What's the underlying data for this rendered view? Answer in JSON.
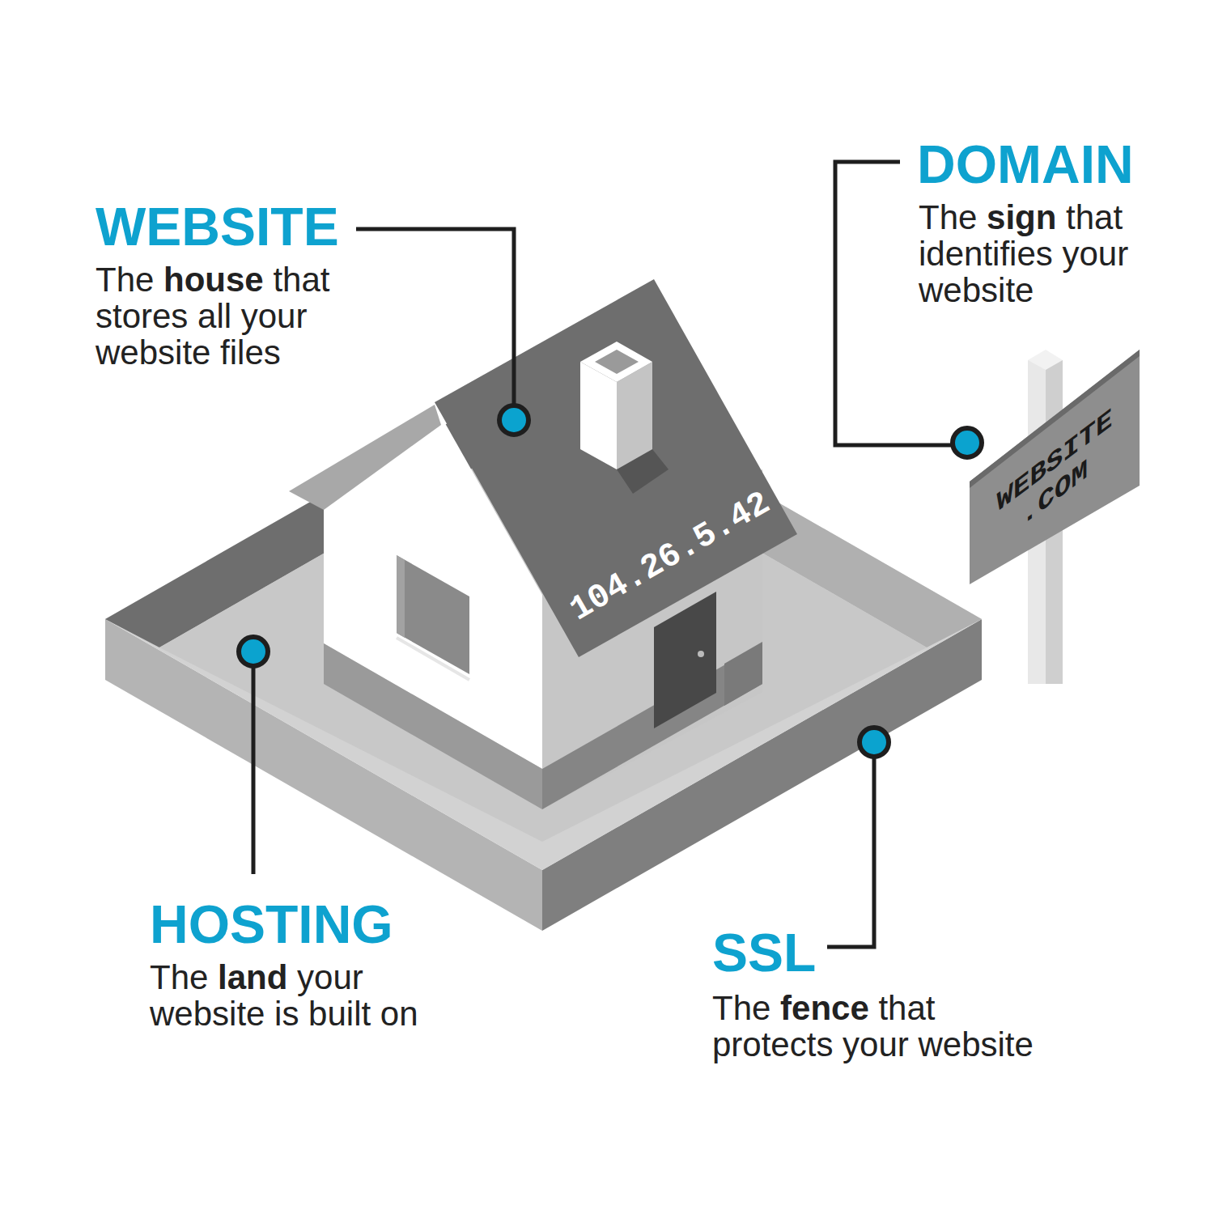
{
  "diagram": {
    "labels": [
      "DOMAIN",
      "The sign that identifies your website",
      "WEBSITE",
      "The house that stores all your website files",
      "WEBSITE .COM",
      "104.26.5.42",
      "HOSTING",
      "The land your website is built on",
      "SSL",
      "The fence that protects your website"
    ]
  }
}
